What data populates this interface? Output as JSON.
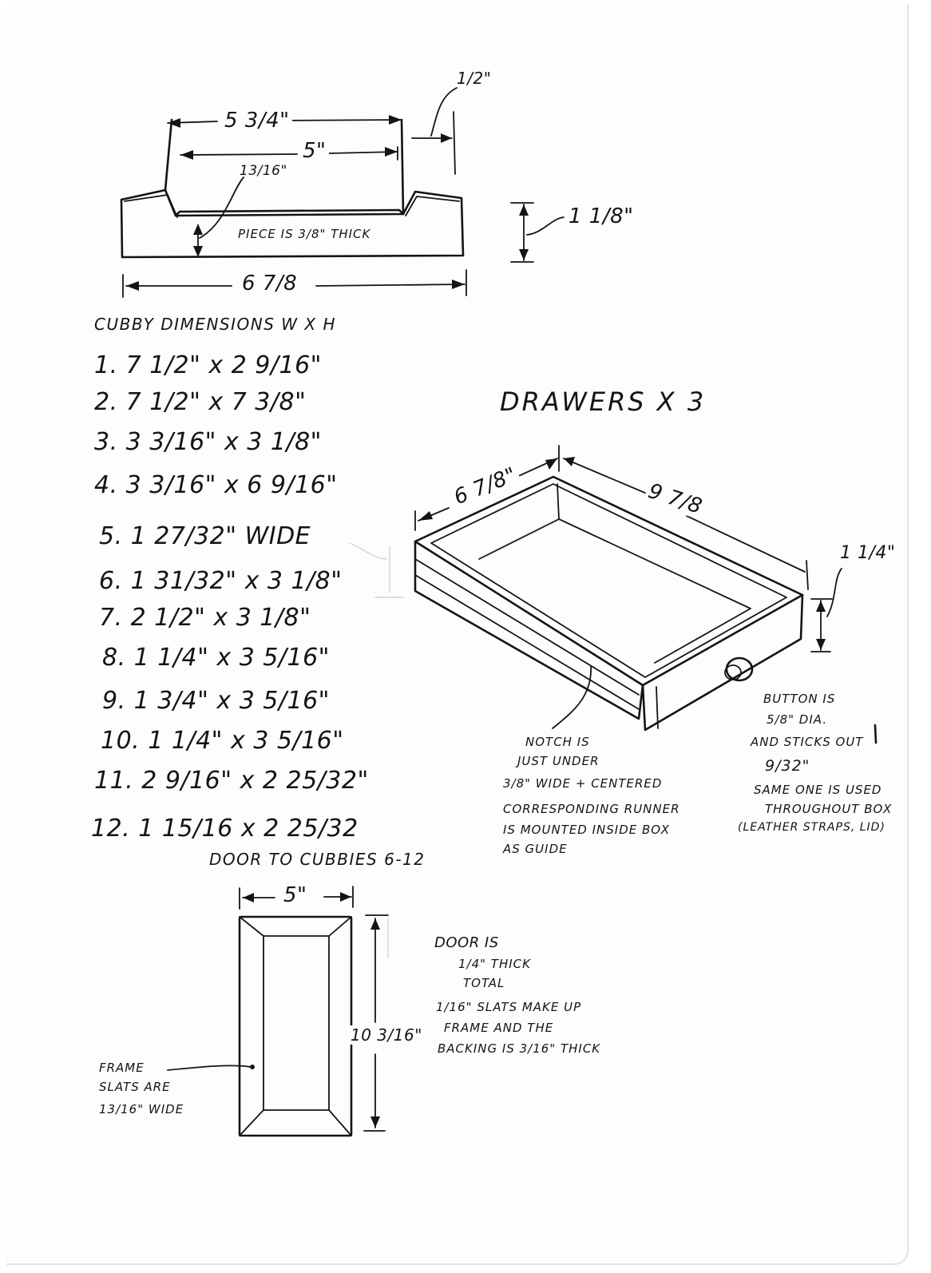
{
  "profile": {
    "top_outer_width": "5 3/4\"",
    "top_inner_width": "5\"",
    "wall_thickness": "1/2\"",
    "bevel": "13/16\"",
    "thickness_note": "PIECE IS 3/8\" THICK",
    "height": "1 1/8\"",
    "bottom_width": "6 7/8"
  },
  "cubby": {
    "heading": "CUBBY DIMENSIONS   W x H",
    "items": [
      "1.  7 1/2\" x 2 9/16\"",
      "2.  7 1/2\" x 7 3/8\"",
      "3.  3 3/16\" x 3 1/8\"",
      "4.  3 3/16\" x 6 9/16\"",
      "5.  1 27/32\"  WIDE",
      "6.  1 31/32\" x 3 1/8\"",
      "7.  2 1/2\" x 3 1/8\"",
      "8.  1 1/4\" x 3 5/16\"",
      "9.  1 3/4\" x 3 5/16\"",
      "10.  1 1/4\" x 3 5/16\"",
      "11.  2 9/16\" x 2 25/32\"",
      "12.  1 15/16 x 2 25/32"
    ]
  },
  "drawer": {
    "title": "DRAWERS  X 3",
    "width": "6 7/8\"",
    "length": "9 7/8",
    "height": "1 1/4\"",
    "notch_note": [
      "NOTCH IS",
      "JUST UNDER",
      "3/8\" WIDE + CENTERED",
      "CORRESPONDING RUNNER",
      "IS MOUNTED  INSIDE BOX",
      "AS GUIDE"
    ],
    "button_note": [
      "BUTTON IS",
      "5/8\" DIA.",
      "AND STICKS OUT",
      "9/32\"",
      "SAME ONE IS USED",
      "THROUGHOUT BOX",
      "(LEATHER STRAPS, LID)"
    ]
  },
  "door": {
    "heading": "DOOR TO CUBBIES 6-12",
    "width": "5\"",
    "height": "10 3/16\"",
    "frame_note": [
      "FRAME",
      "SLATS ARE",
      "13/16\" WIDE"
    ],
    "door_note": [
      "DOOR IS",
      "1/4\" THICK",
      "TOTAL",
      "1/16\" SLATS  MAKE UP",
      "FRAME AND THE",
      "BACKING IS 3/16\" THICK"
    ]
  }
}
